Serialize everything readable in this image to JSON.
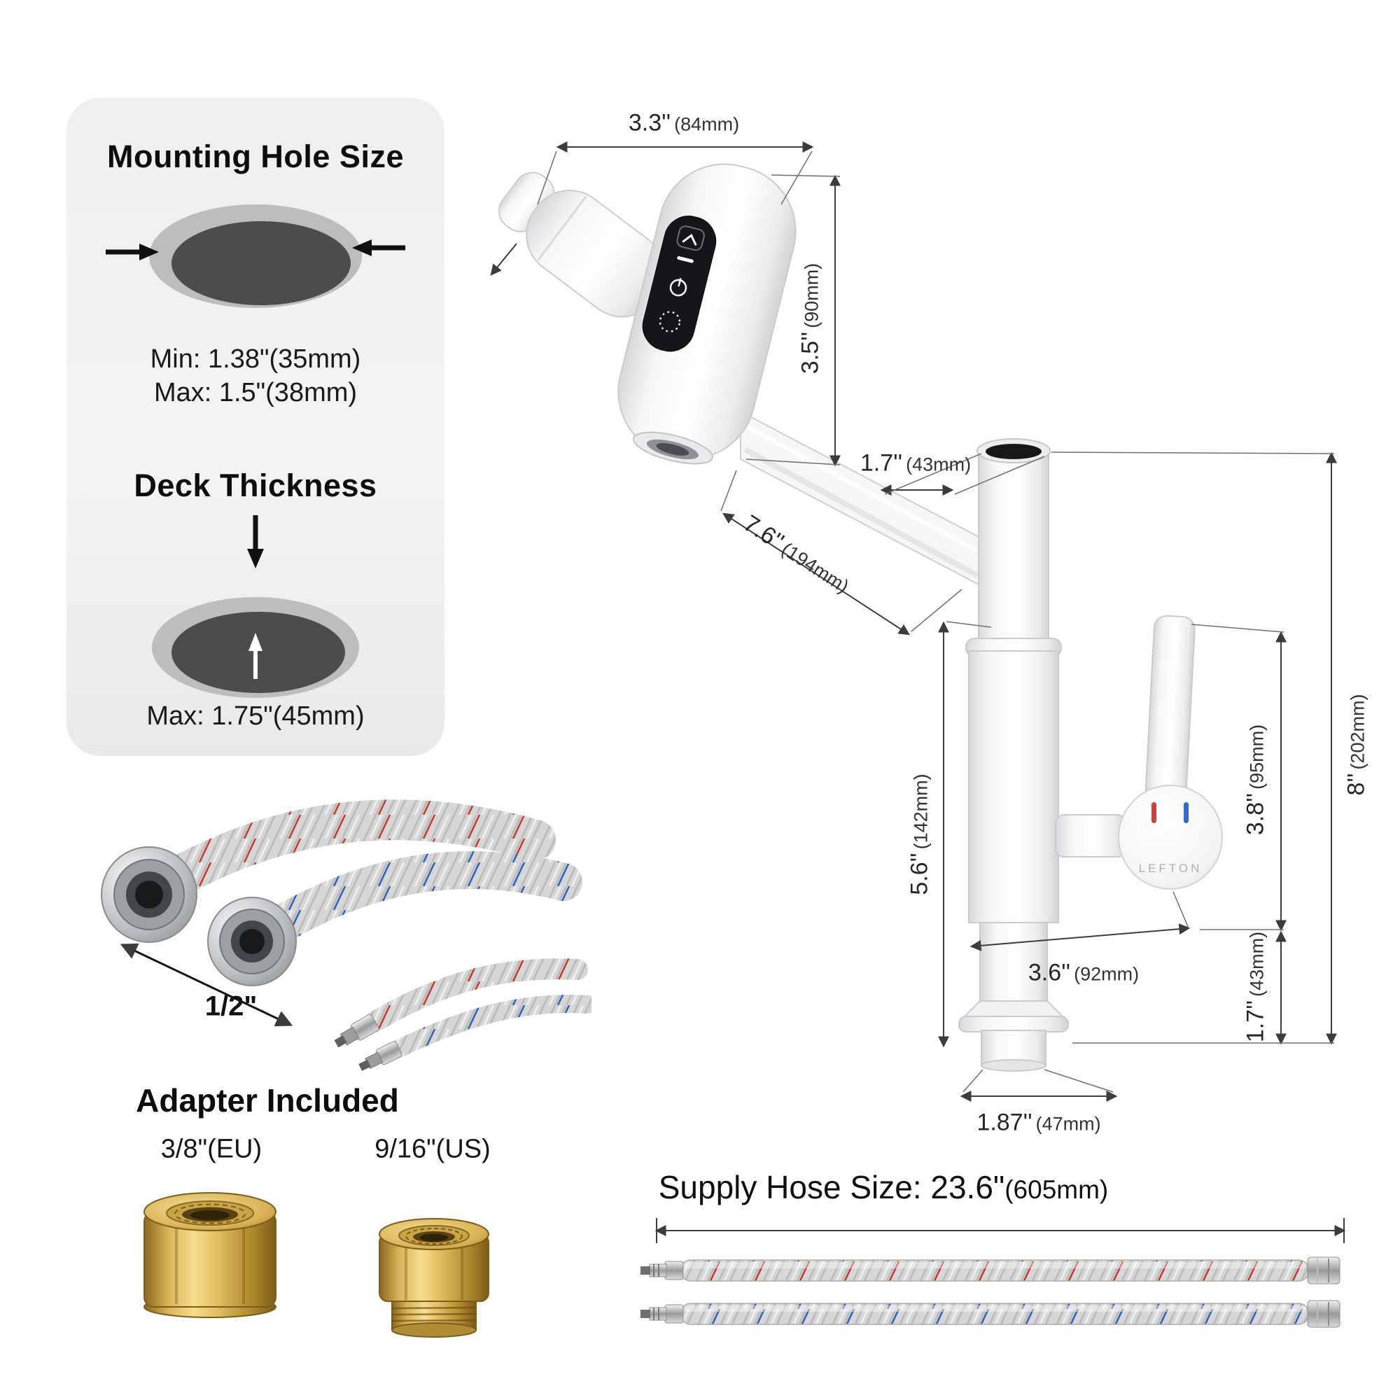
{
  "brand": "LEFTON",
  "mounting": {
    "title": "Mounting Hole Size",
    "min_label": "Min: 1.38\"(35mm)",
    "max_label": "Max: 1.5\"(38mm)"
  },
  "deck": {
    "title": "Deck Thickness",
    "max_label": "Max: 1.75\"(45mm)"
  },
  "hose_photo": {
    "size_label": "1/2\""
  },
  "adapter": {
    "title": "Adapter Included",
    "eu_label": "3/8\"(EU)",
    "us_label": "9/16\"(US)"
  },
  "supply": {
    "title": "Supply Hose Size: 23.6\"",
    "mm": "(605mm)"
  },
  "dims": {
    "head_width": {
      "in": "3.3''",
      "mm": "(84mm)"
    },
    "head_height": {
      "in": "3.5''",
      "mm": "(90mm)"
    },
    "spout_top_width": {
      "in": "1.7''",
      "mm": "(43mm)"
    },
    "arm_length": {
      "in": "7.6''",
      "mm": "(194mm)"
    },
    "body_height": {
      "in": "5.6''",
      "mm": "(142mm)"
    },
    "handle_height": {
      "in": "3.8''",
      "mm": "(95mm)"
    },
    "total_height": {
      "in": "8''",
      "mm": "(202mm)"
    },
    "body_width": {
      "in": "3.6''",
      "mm": "(92mm)"
    },
    "base_height": {
      "in": "1.7''",
      "mm": "(43mm)"
    },
    "base_width": {
      "in": "1.87''",
      "mm": "(47mm)"
    }
  },
  "colors": {
    "hot": "#d43d3d",
    "cold": "#2f6cd4",
    "panel_bg": "#f0f0f0"
  }
}
